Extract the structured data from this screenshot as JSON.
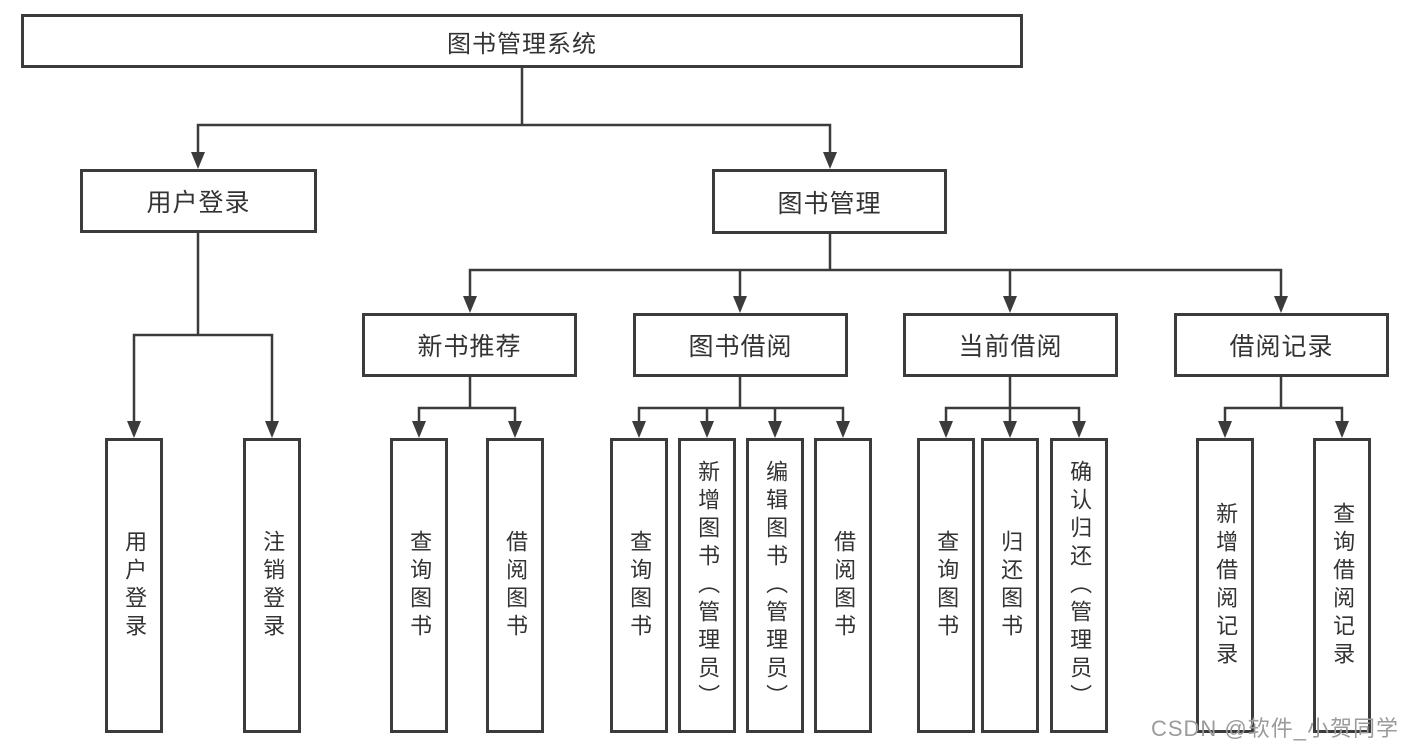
{
  "watermark": "CSDN @软件_小贺同学",
  "colors": {
    "line": "#3b3b3b",
    "text": "#333333",
    "background": "#ffffff",
    "watermark": "#9b9b9b"
  },
  "tree": {
    "root": {
      "label": "图书管理系统"
    },
    "children": [
      {
        "label": "用户登录",
        "children": [
          {
            "label": "用户登录"
          },
          {
            "label": "注销登录"
          }
        ]
      },
      {
        "label": "图书管理",
        "children": [
          {
            "label": "新书推荐",
            "children": [
              {
                "label": "查询图书"
              },
              {
                "label": "借阅图书"
              }
            ]
          },
          {
            "label": "图书借阅",
            "children": [
              {
                "label": "查询图书"
              },
              {
                "label": "新增图书（管理员）"
              },
              {
                "label": "编辑图书（管理员）"
              },
              {
                "label": "借阅图书"
              }
            ]
          },
          {
            "label": "当前借阅",
            "children": [
              {
                "label": "查询图书"
              },
              {
                "label": "归还图书"
              },
              {
                "label": "确认归还（管理员）"
              }
            ]
          },
          {
            "label": "借阅记录",
            "children": [
              {
                "label": "新增借阅记录"
              },
              {
                "label": "查询借阅记录"
              }
            ]
          }
        ]
      }
    ]
  }
}
